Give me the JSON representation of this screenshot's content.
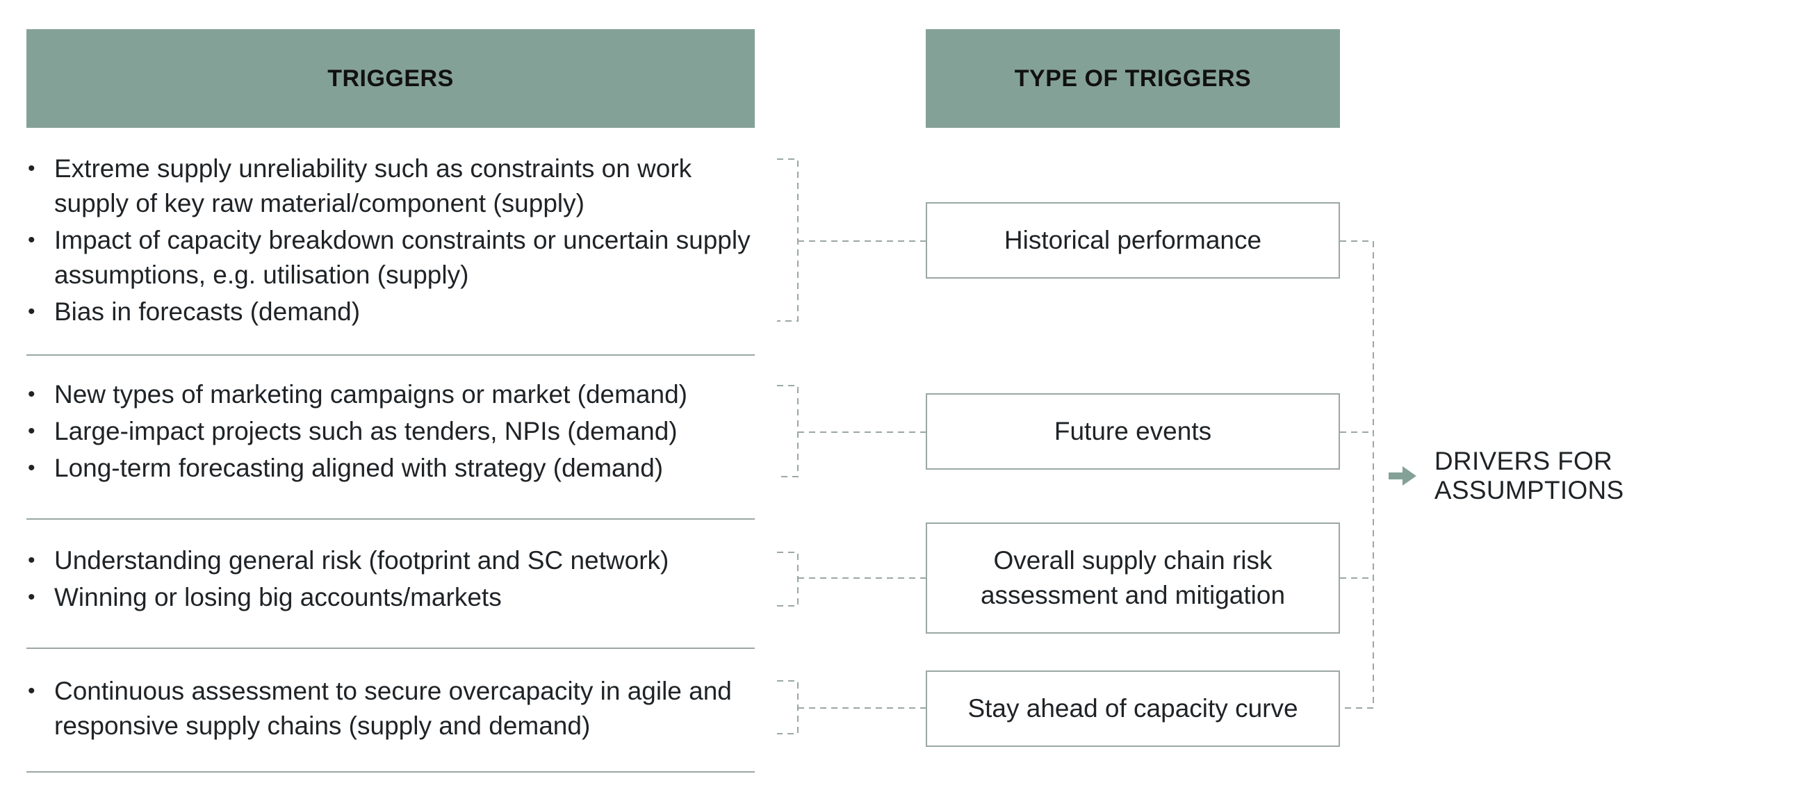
{
  "headers": {
    "triggers": "TRIGGERS",
    "types": "TYPE OF TRIGGERS"
  },
  "trigger_groups": [
    {
      "items": [
        "Extreme supply unreliability such as constraints on work supply of key raw material/component (supply)",
        "Impact of capacity breakdown constraints or uncertain supply assumptions, e.g. utilisation (supply)",
        "Bias in forecasts (demand)"
      ]
    },
    {
      "items": [
        "New types of marketing campaigns or market (demand)",
        "Large-impact projects such as tenders, NPIs (demand)",
        "Long-term forecasting aligned with strategy (demand)"
      ]
    },
    {
      "items": [
        "Understanding general risk (footprint and SC network)",
        "Winning or losing big accounts/markets"
      ]
    },
    {
      "items": [
        "Continuous assessment to secure overcapacity in agile and responsive supply chains (supply and demand)"
      ]
    }
  ],
  "trigger_types": [
    "Historical performance",
    "Future events",
    "Overall supply chain risk assessment and mitigation",
    "Stay ahead of capacity curve"
  ],
  "result": {
    "icon": "arrow-right-icon",
    "label": "DRIVERS FOR ASSUMPTIONS"
  },
  "colors": {
    "header_fill": "#84a198",
    "line": "#9aa7a5",
    "arrow": "#84a198"
  }
}
